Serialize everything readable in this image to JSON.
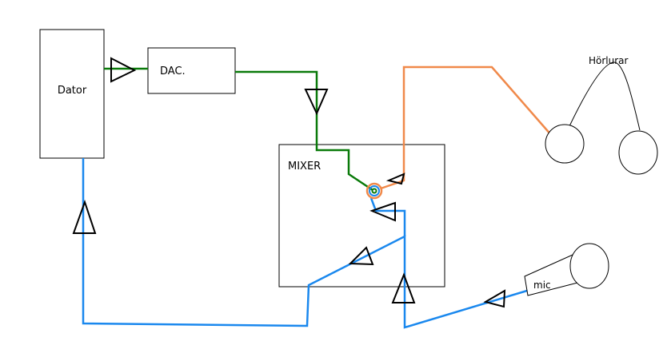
{
  "labels": {
    "computer": "Dator",
    "dac": "DAC.",
    "mixer": "MIXER",
    "headphones": "Hörlurar",
    "mic": "mic"
  },
  "colors": {
    "signal_green": "#0a7a0a",
    "signal_blue": "#1a88ee",
    "signal_orange": "#f0894a",
    "stroke": "#000000",
    "background": "#ffffff"
  }
}
